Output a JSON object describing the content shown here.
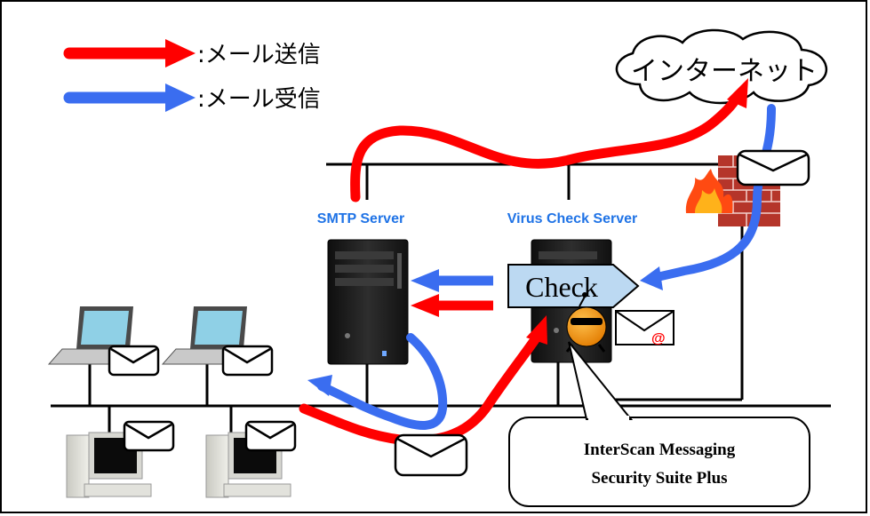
{
  "legend": {
    "send_label": ":メール送信",
    "receive_label": ":メール受信"
  },
  "internet_label": "インターネット",
  "smtp_server_label": "SMTP Server",
  "virus_server_label": "Virus Check Server",
  "check_label": "Check",
  "at_symbol": "@",
  "product": {
    "line1": "InterScan Messaging",
    "line2": "Security Suite Plus"
  },
  "colors": {
    "send": "#ff0000",
    "receive": "#3a6df0",
    "server_label": "#1f73e6",
    "check_fill": "#bcd9f2",
    "screen": "#8fd0e6",
    "firewall_brick": "#b5352a"
  },
  "icons": [
    "cloud-icon",
    "firewall-icon",
    "server-icon",
    "laptop-icon",
    "desktop-icon",
    "envelope-icon",
    "mascot-icon"
  ]
}
